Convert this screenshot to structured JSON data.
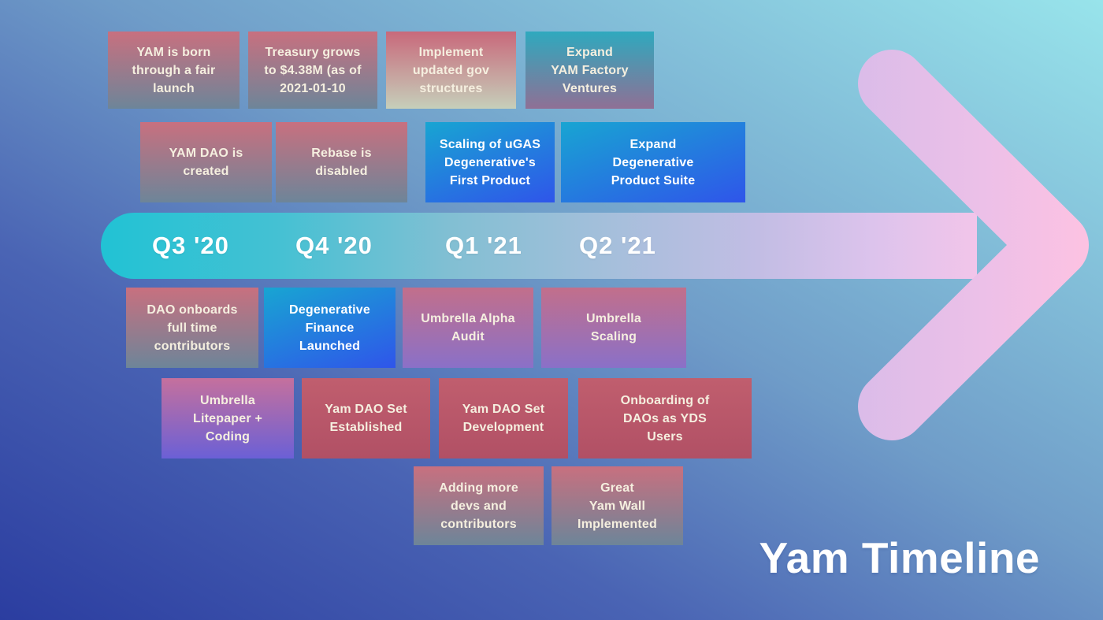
{
  "title": "Yam Timeline",
  "timeline": {
    "quarters": [
      "Q3 '20",
      "Q4 '20",
      "Q1 '21",
      "Q2 '21"
    ]
  },
  "milestones": {
    "above": {
      "row1": [
        {
          "text": "YAM is born\nthrough a fair\nlaunch",
          "theme": "rose-slate"
        },
        {
          "text": "Treasury grows\nto $4.38M (as of\n2021-01-10",
          "theme": "rose-slate"
        },
        {
          "text": "Implement\nupdated gov\nstructures",
          "theme": "rose-sage"
        },
        {
          "text": "Expand\nYAM Factory\nVentures",
          "theme": "teal-mauve"
        }
      ],
      "row2": [
        {
          "text": "YAM DAO is\ncreated",
          "theme": "rose-slate"
        },
        {
          "text": "Rebase is\ndisabled",
          "theme": "rose-slate"
        },
        {
          "text": "Scaling of uGAS\nDegenerative's\nFirst Product",
          "theme": "blue"
        },
        {
          "text": "Expand\nDegenerative\nProduct Suite",
          "theme": "blue"
        }
      ]
    },
    "below": {
      "row1": [
        {
          "text": "DAO onboards\nfull time\ncontributors",
          "theme": "rose-slate"
        },
        {
          "text": "Degenerative\nFinance\nLaunched",
          "theme": "blue"
        },
        {
          "text": "Umbrella Alpha\nAudit",
          "theme": "rose-purple"
        },
        {
          "text": "Umbrella\nScaling",
          "theme": "rose-purple"
        }
      ],
      "row2": [
        {
          "text": "Umbrella\nLitepaper +\nCoding",
          "theme": "rose-blurple"
        },
        {
          "text": "Yam DAO Set\nEstablished",
          "theme": "red"
        },
        {
          "text": "Yam DAO Set\nDevelopment",
          "theme": "red"
        },
        {
          "text": "Onboarding of\nDAOs as YDS\nUsers",
          "theme": "red"
        }
      ],
      "row3": [
        {
          "text": "Adding more\ndevs and\ncontributors",
          "theme": "rose-slate"
        },
        {
          "text": "Great\nYam Wall\nImplemented",
          "theme": "rose-slate"
        }
      ]
    }
  },
  "colors": {
    "background_bottom_left": "#2b3da0",
    "background_top_right": "#98e4eb",
    "bar_gradient": [
      "#21c2d4",
      "#82bfd3",
      "#c2bde4",
      "#f2c5ea"
    ],
    "arrow_head_gradient": [
      "#d6bbe9",
      "#fdc2e2"
    ],
    "card_text_cream": "#f5efdf",
    "card_text_white": "#ffffff",
    "card_themes": {
      "rose-slate": [
        "#c8707f",
        "#6d8599"
      ],
      "rose-sage": [
        "#c8697b",
        "#c6cfba"
      ],
      "teal-mauve": [
        "#2fa9be",
        "#8f7095"
      ],
      "blue": [
        "#18a5d2",
        "#2f55ea"
      ],
      "rose-purple": [
        "#c26f8b",
        "#8a70c8"
      ],
      "rose-blurple": [
        "#c5709d",
        "#6b60d6"
      ],
      "red": [
        "#c05e6e",
        "#b15065"
      ]
    }
  }
}
